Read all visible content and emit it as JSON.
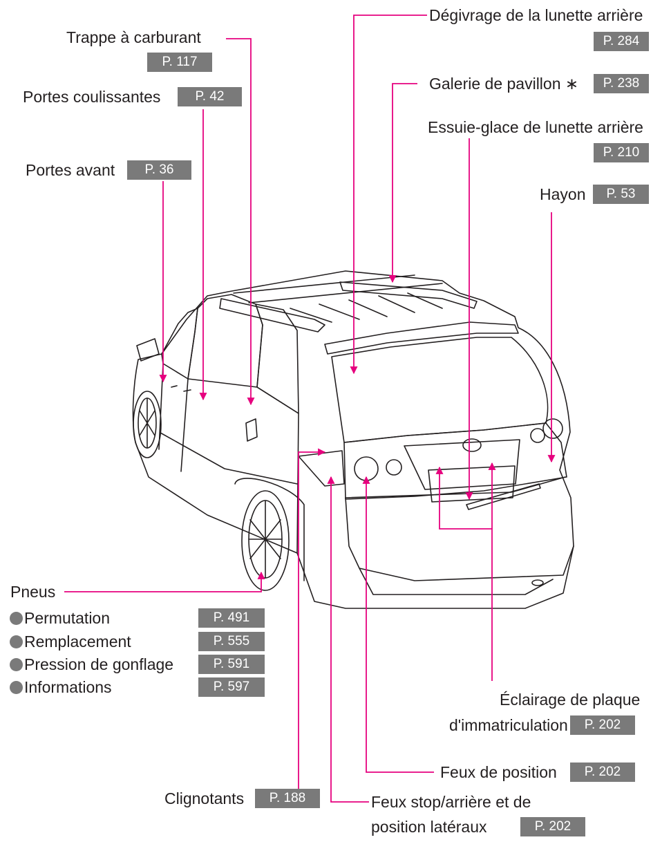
{
  "colors": {
    "callout": "#e6007e",
    "tag": "#7a7a7a",
    "text": "#231f20"
  },
  "labels": {
    "trappe": {
      "text": "Trappe à carburant",
      "page": "P. 117"
    },
    "portes_coulissantes": {
      "text": "Portes coulissantes",
      "page": "P. 42"
    },
    "portes_avant": {
      "text": "Portes avant",
      "page": "P. 36"
    },
    "degivrage": {
      "text": "Dégivrage de la lunette arrière",
      "page": "P. 284"
    },
    "galerie": {
      "text": "Galerie de pavillon ∗",
      "page": "P. 238"
    },
    "essuie": {
      "text": "Essuie-glace de lunette arrière",
      "page": "P. 210"
    },
    "hayon": {
      "text": "Hayon",
      "page": "P. 53"
    },
    "eclairage": {
      "line1": "Éclairage de plaque",
      "line2": "d'immatriculation",
      "page": "P. 202"
    },
    "feux_position": {
      "text": "Feux de position",
      "page": "P. 202"
    },
    "clignotants": {
      "text": "Clignotants",
      "page": "P. 188"
    },
    "feux_stop": {
      "line1": "Feux stop/arrière et de",
      "line2": "position latéraux",
      "page": "P. 202"
    }
  },
  "pneus": {
    "title": "Pneus",
    "items": [
      {
        "label": "Permutation",
        "page": "P. 491"
      },
      {
        "label": "Remplacement",
        "page": "P. 555"
      },
      {
        "label": "Pression de gonflage",
        "page": "P. 591"
      },
      {
        "label": "Informations",
        "page": "P. 597"
      }
    ]
  }
}
